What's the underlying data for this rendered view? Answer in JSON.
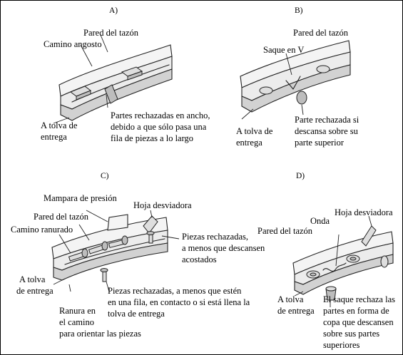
{
  "panels": {
    "a": {
      "label": "A)",
      "bowl_wall": "Pared del tazón",
      "narrow_track": "Camino angosto",
      "rejected_line1": "Partes rechazadas en ancho,",
      "rejected_line2": "debido a que sólo pasa una",
      "rejected_line3": "fila de piezas a lo largo",
      "to_hopper_line1": "A tolva de",
      "to_hopper_line2": "entrega"
    },
    "b": {
      "label": "B)",
      "bowl_wall": "Pared del tazón",
      "v_notch": "Saque en V",
      "rejected_line1": "Parte rechazada si",
      "rejected_line2": "descansa sobre su",
      "rejected_line3": "parte superior",
      "to_hopper_line1": "A tolva de",
      "to_hopper_line2": "entrega"
    },
    "c": {
      "label": "C)",
      "pressure_screen": "Mampara de presión",
      "deflector": "Hoja desviadora",
      "bowl_wall": "Pared del tazón",
      "grooved_track": "Camino ranurado",
      "rejected_right_line1": "Piezas rechazadas,",
      "rejected_right_line2": "a menos que descansen",
      "rejected_right_line3": "acostados",
      "to_hopper_line1": "A tolva",
      "to_hopper_line2": "de entrega",
      "rejected_bottom_line1": "Piezas rechazadas, a menos que estén",
      "rejected_bottom_line2": "en una fila, en contacto o si está llena la",
      "rejected_bottom_line3": "tolva de entrega",
      "groove_line1": "Ranura en",
      "groove_line2": "el camino",
      "groove_line3": "para orientar las piezas"
    },
    "d": {
      "label": "D)",
      "deflector": "Hoja desviadora",
      "wave": "Onda",
      "bowl_wall": "Pared del tazón",
      "to_hopper_line1": "A tolva",
      "to_hopper_line2": "de entrega",
      "rejected_line1": "El saque rechaza las",
      "rejected_line2": "partes en forma de",
      "rejected_line3": "copa que descansen",
      "rejected_line4": "sobre sus partes",
      "rejected_line5": "superiores"
    }
  }
}
